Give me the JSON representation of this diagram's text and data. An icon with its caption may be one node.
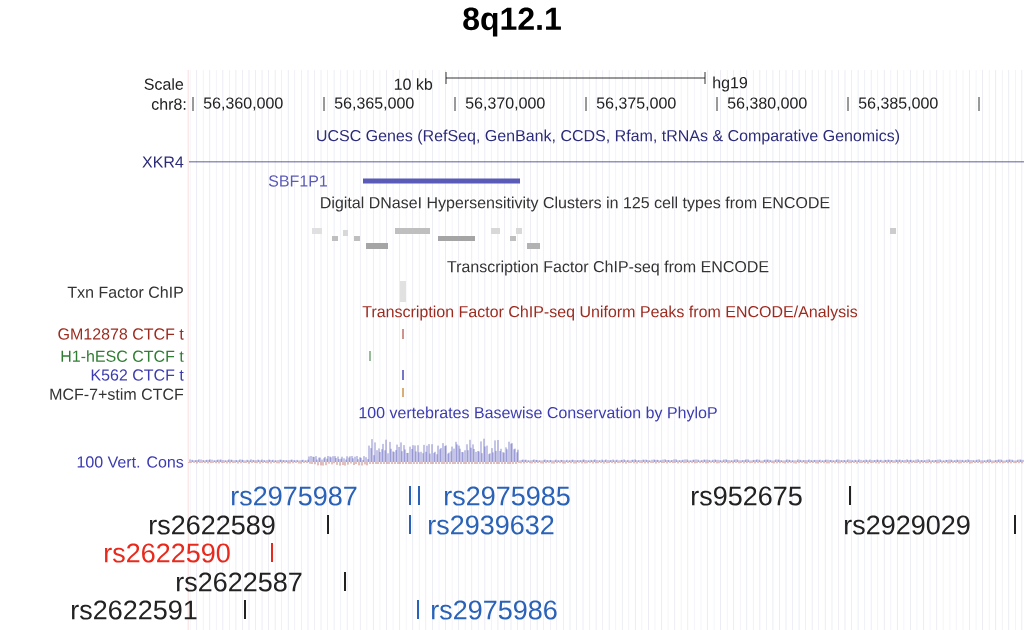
{
  "diagram": {
    "title": "8q12.1",
    "labels": [
      "Scale",
      "10 kb",
      "hg19",
      "chr8:",
      "56,360,000",
      "56,365,000",
      "56,370,000",
      "56,375,000",
      "56,380,000",
      "56,385,000",
      "UCSC Genes (RefSeq, GenBank, CCDS, Rfam, tRNAs & Comparative Genomics)",
      "XKR4",
      "SBF1P1",
      "Digital DNaseI Hypersensitivity Clusters in 125 cell types from ENCODE",
      "Transcription Factor ChIP-seq from ENCODE",
      "Txn Factor ChIP",
      "Transcription Factor ChIP-seq Uniform Peaks from ENCODE/Analysis",
      "GM12878 CTCF t",
      "H1-hESC CTCF t",
      "K562 CTCF t",
      "MCF-7+stim CTCF",
      "100 vertebrates Basewise Conservation by PhyloP",
      "100 Vert. Cons",
      "rs2975987",
      "rs2975985",
      "rs952675",
      "rs2622589",
      "rs2939632",
      "rs2929029",
      "rs2622590",
      "rs2622587",
      "rs2622591",
      "rs2975986"
    ]
  }
}
